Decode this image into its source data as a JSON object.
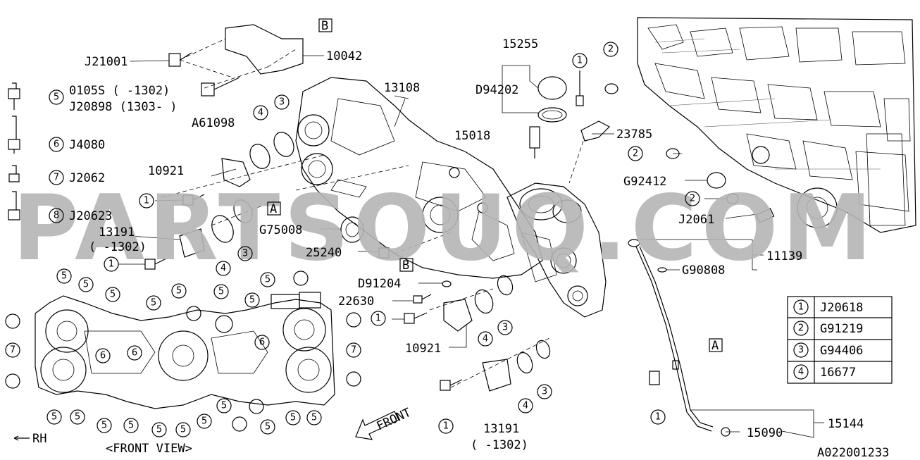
{
  "watermark": "PARTSOUQ.COM",
  "diagram_code": "A022001233",
  "front_view_label": "<FRONT VIEW>",
  "rh_label": "RH",
  "front_label": "FRONT",
  "ref_boxes": {
    "a": "A",
    "b": "B"
  },
  "part_numbers": {
    "p15255": "15255",
    "d94202": "D94202",
    "p15018": "15018",
    "p23785": "23785",
    "g92412": "G92412",
    "j2061": "J2061",
    "p11139": "11139",
    "g90808": "G90808",
    "p15144": "15144",
    "p15090": "15090",
    "j21001": "J21001",
    "p10042": "10042",
    "p13108": "13108",
    "a61098": "A61098",
    "p10921_top": "10921",
    "p13191_top": "13191",
    "p13191_top_range": "( -1302)",
    "g75008": "G75008",
    "p25240": "25240",
    "d91204": "D91204",
    "p22630": "22630",
    "p10921_bottom": "10921",
    "p13191_bottom": "13191",
    "p13191_bottom_range": "( -1302)"
  },
  "bolt_legend": [
    {
      "num": "5",
      "text": "0105S ( -1302)"
    },
    {
      "num": "",
      "text": "J20898 (1303- )"
    },
    {
      "num": "6",
      "text": "J4080"
    },
    {
      "num": "7",
      "text": "J2062"
    },
    {
      "num": "8",
      "text": "J20623"
    }
  ],
  "legend_table": [
    {
      "num": "1",
      "part": "J20618"
    },
    {
      "num": "2",
      "part": "G91219"
    },
    {
      "num": "3",
      "part": "G94406"
    },
    {
      "num": "4",
      "part": "16677"
    }
  ]
}
